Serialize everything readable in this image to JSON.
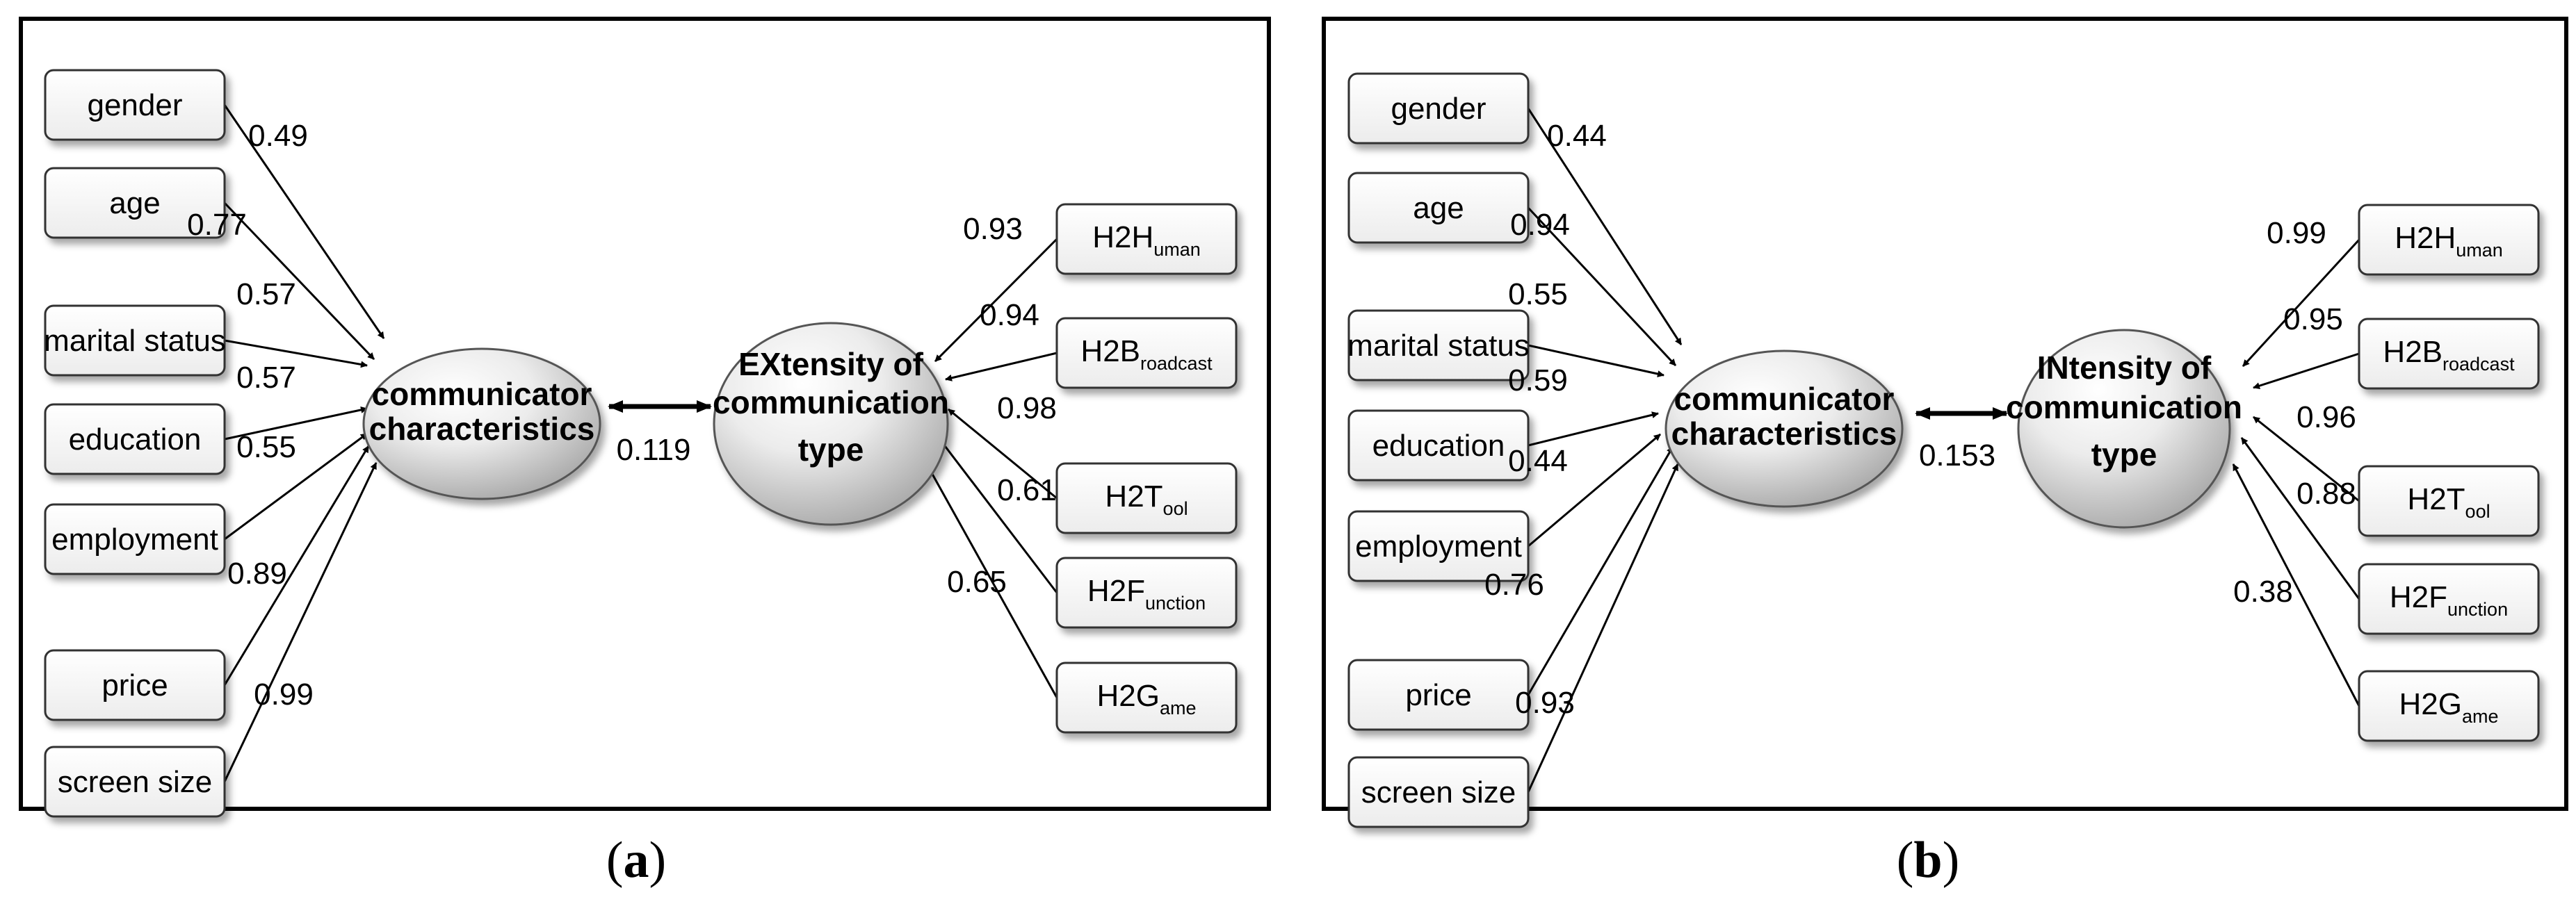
{
  "panels": [
    {
      "caption": "a",
      "left_boxes": [
        {
          "label": "gender",
          "coef": "0.49"
        },
        {
          "label": "age",
          "coef": "0.77"
        },
        {
          "label": "marital status",
          "coef": "0.57"
        },
        {
          "label": "education",
          "coef": "0.57"
        },
        {
          "label": "employment",
          "coef": "0.55"
        },
        {
          "label": "price",
          "coef": "0.89"
        },
        {
          "label": "screen size",
          "coef": "0.99"
        }
      ],
      "left_oval": [
        "communicator",
        "characteristics"
      ],
      "right_oval": [
        "EXtensity of",
        "communication",
        "type"
      ],
      "link_coef": "0.119",
      "right_boxes": [
        {
          "main": "H2H",
          "sub": "uman",
          "coef": "0.93"
        },
        {
          "main": "H2B",
          "sub": "roadcast",
          "coef": "0.94"
        },
        {
          "main": "H2T",
          "sub": "ool",
          "coef": "0.98"
        },
        {
          "main": "H2F",
          "sub": "unction",
          "coef": "0.61"
        },
        {
          "main": "H2G",
          "sub": "ame",
          "coef": "0.65"
        }
      ]
    },
    {
      "caption": "b",
      "left_boxes": [
        {
          "label": "gender",
          "coef": "0.44"
        },
        {
          "label": "age",
          "coef": "0.94"
        },
        {
          "label": "marital status",
          "coef": "0.55"
        },
        {
          "label": "education",
          "coef": "0.59"
        },
        {
          "label": "employment",
          "coef": "0.44"
        },
        {
          "label": "price",
          "coef": "0.76"
        },
        {
          "label": "screen size",
          "coef": "0.93"
        }
      ],
      "left_oval": [
        "communicator",
        "characteristics"
      ],
      "right_oval": [
        "INtensity of",
        "communication",
        "type"
      ],
      "link_coef": "0.153",
      "right_boxes": [
        {
          "main": "H2H",
          "sub": "uman",
          "coef": "0.99"
        },
        {
          "main": "H2B",
          "sub": "roadcast",
          "coef": "0.95"
        },
        {
          "main": "H2T",
          "sub": "ool",
          "coef": "0.96"
        },
        {
          "main": "H2F",
          "sub": "unction",
          "coef": "0.88"
        },
        {
          "main": "H2G",
          "sub": "ame",
          "coef": "0.38"
        }
      ]
    }
  ]
}
